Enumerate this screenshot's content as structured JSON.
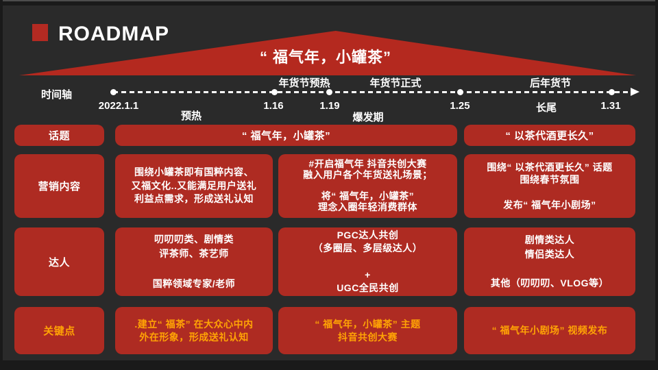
{
  "colors": {
    "accent_red": "#b32a22",
    "highlight_orange": "#ffa305",
    "background": "#2a2a2a"
  },
  "header": {
    "title": "ROADMAP"
  },
  "banner": {
    "title": "“ 福气年，小罐茶”"
  },
  "timeline": {
    "axis_label": "时间轴",
    "milestones": [
      "年货节预热",
      "年货节正式",
      "后年货节"
    ],
    "dates": [
      "2022.1.1",
      "1.16",
      "1.19",
      "1.25",
      "1.31"
    ],
    "phases": [
      "预热",
      "爆发期",
      "长尾"
    ]
  },
  "rows": {
    "topic": {
      "label": "话题",
      "main": "“ 福气年，小罐茶”",
      "right": "“ 以茶代酒更长久”"
    },
    "marketing": {
      "label": "营销内容",
      "col1": "围绕小罐茶即有国粹内容、\n又福文化..又能满足用户送礼\n利益点需求，形成送礼认知",
      "col2": "#开启福气年 抖音共创大赛\n融入用户各个年货送礼场景；\n\n将“ 福气年，小罐茶”\n理念入圈年轻消费群体",
      "col3": "围绕“ 以茶代酒更长久” 话题\n围绕春节氛围\n\n发布“ 福气年小剧场”"
    },
    "influencer": {
      "label": "达人",
      "col1": "叨叨叨类、剧情类\n评茶师、茶艺师\n\n国粹领域专家/老师",
      "col2": "PGC达人共创\n（多圈层、多层级达人）\n\n+\nUGC全民共创",
      "col3": "剧情类达人\n情侣类达人\n\n其他（叨叨叨、VLOG等）"
    },
    "keypoint": {
      "label": "关键点",
      "col1": ".建立“ 福茶” 在大众心中内\n外在形象，形成送礼认知",
      "col2": "“ 福气年，小罐茶” 主题\n抖音共创大赛",
      "col3": "“ 福气年小剧场” 视频发布"
    }
  }
}
